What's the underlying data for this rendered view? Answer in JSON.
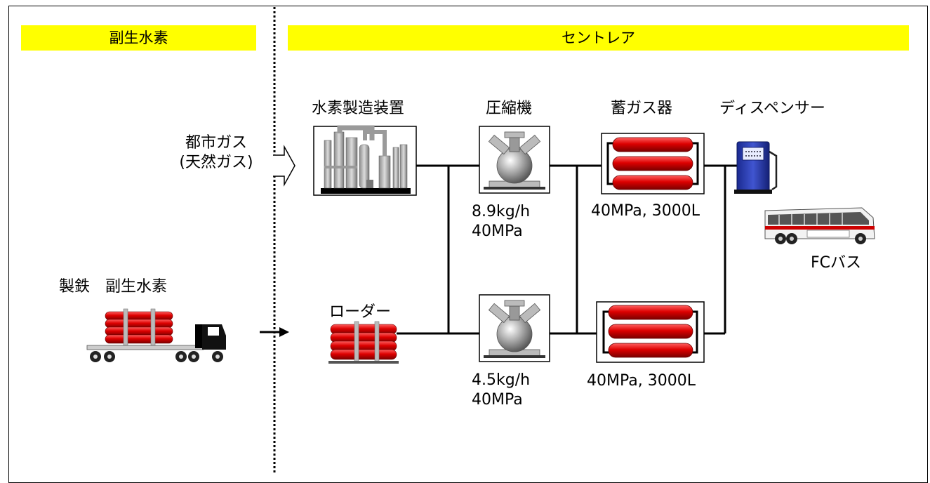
{
  "sections": {
    "left": "副生水素",
    "right": "セントレア"
  },
  "sources": {
    "city_gas_line1": "都市ガス",
    "city_gas_line2": "(天然ガス)",
    "steel": "製鉄",
    "byproduct": "副生水素"
  },
  "equipment": {
    "reformer": "水素製造装置",
    "compressor": "圧縮機",
    "storage": "蓄ガス器",
    "dispenser": "ディスペンサー",
    "loader": "ローダー",
    "bus": "FCバス"
  },
  "specs": {
    "comp1_flow": "8.9kg/h",
    "comp1_pressure": "40MPa",
    "comp2_flow": "4.5kg/h",
    "comp2_pressure": "40MPa",
    "storage1": "40MPa, 3000L",
    "storage2": "40MPa, 3000L"
  },
  "colors": {
    "banner": "#ffff00",
    "cylinder": "#dd0000",
    "dispenser": "#2233aa"
  }
}
